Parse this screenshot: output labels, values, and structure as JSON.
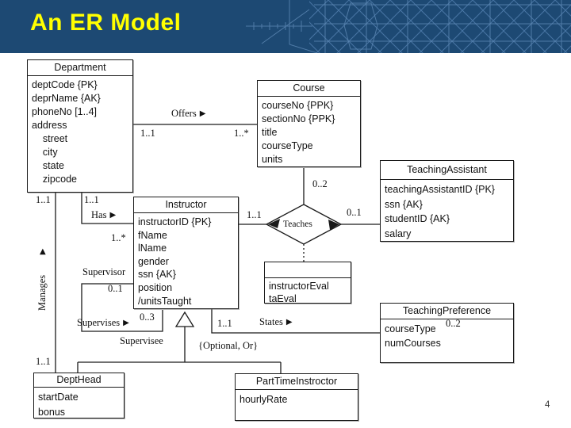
{
  "header": {
    "title": "An ER Model"
  },
  "page_number": "4",
  "icons": {
    "arrow_right": "▶",
    "arrow_up": "▲"
  },
  "colors": {
    "header_bg": "#1d4973",
    "title_text": "#ffff00",
    "pattern_line": "#4f7dad",
    "diagram_line": "#1a1a1a",
    "canvas_bg": "#ffffff"
  },
  "entities": {
    "department": {
      "name": "Department",
      "attributes": [
        "deptCode {PK}",
        "deprName {AK}",
        "phoneNo [1..4]",
        "address",
        "    street",
        "    city",
        "    state",
        "    zipcode"
      ]
    },
    "course": {
      "name": "Course",
      "attributes": [
        "courseNo {PPK}",
        "sectionNo {PPK}",
        "title",
        "courseType",
        "units"
      ]
    },
    "teaching_assistant": {
      "name": "TeachingAssistant",
      "attributes": [
        "teachingAssistantID {PK}",
        "ssn {AK}",
        "studentID {AK}",
        "salary"
      ]
    },
    "instructor": {
      "name": "Instructor",
      "attributes": [
        "instructorID {PK}",
        "fName",
        "lName",
        "gender",
        "ssn {AK}",
        "position",
        "/unitsTaught"
      ]
    },
    "eval": {
      "name": "",
      "attributes": [
        "instructorEval",
        "taEval"
      ]
    },
    "teaching_preference": {
      "name": "TeachingPreference",
      "attributes": [
        "courseType",
        "numCourses"
      ]
    },
    "dept_head": {
      "name": "DeptHead",
      "attributes": [
        "startDate",
        "bonus"
      ]
    },
    "part_time_instructor": {
      "name": "PartTimeInstroctor",
      "attributes": [
        "hourlyRate"
      ]
    }
  },
  "labels": {
    "offers": "Offers",
    "has": "Has",
    "manages": "Manages",
    "teaches": "Teaches",
    "states": "States",
    "supervisor": "Supervisor",
    "supervises": "Supervises",
    "supervisee": "Supervisee",
    "constraint": "{Optional, Or}"
  },
  "multiplicities": {
    "offers_dept": "1..1",
    "offers_course": "1..*",
    "teaches_course": "0..2",
    "teaches_instructor": "1..1",
    "teaches_ta": "0..1",
    "has_dept": "1..1",
    "has_instructor": "1..*",
    "manages_dept": "1..1",
    "manages_head": "1..1",
    "supervisor_end": "0..1",
    "supervisee_end": "0..3",
    "states_instructor": "1..1",
    "states_pref": "0..2"
  }
}
